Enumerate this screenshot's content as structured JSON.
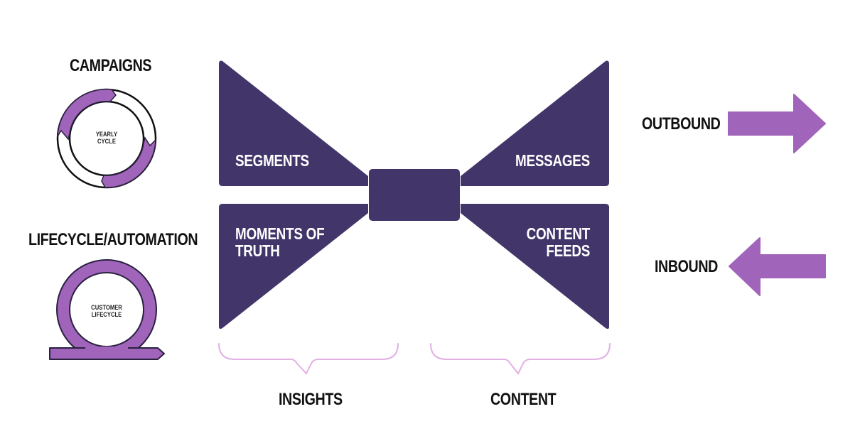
{
  "colors": {
    "bowtie": "#41356A",
    "accent_purple": "#A064BA",
    "bracket_pink": "#E2B0E4",
    "outline": "#2A2140",
    "text": "#111111"
  },
  "left": {
    "campaigns": {
      "title": "CAMPAIGNS",
      "icon_label_line1": "YEARLY",
      "icon_label_line2": "CYCLE",
      "icon": "yearly-cycle-arrows-icon"
    },
    "lifecycle": {
      "title": "LIFECYCLE/AUTOMATION",
      "icon_label_line1": "CUSTOMER",
      "icon_label_line2": "LIFECYCLE",
      "icon": "loop-arrow-icon"
    }
  },
  "bowtie": {
    "top_left": "SEGMENTS",
    "top_right": "MESSAGES",
    "bottom_left_line1": "MOMENTS OF",
    "bottom_left_line2": "TRUTH",
    "bottom_right_line1": "CONTENT",
    "bottom_right_line2": "FEEDS"
  },
  "brackets": {
    "left_label": "INSIGHTS",
    "right_label": "CONTENT"
  },
  "right": {
    "outbound": {
      "label": "OUTBOUND",
      "icon": "arrow-right-icon"
    },
    "inbound": {
      "label": "INBOUND",
      "icon": "arrow-left-icon"
    }
  }
}
